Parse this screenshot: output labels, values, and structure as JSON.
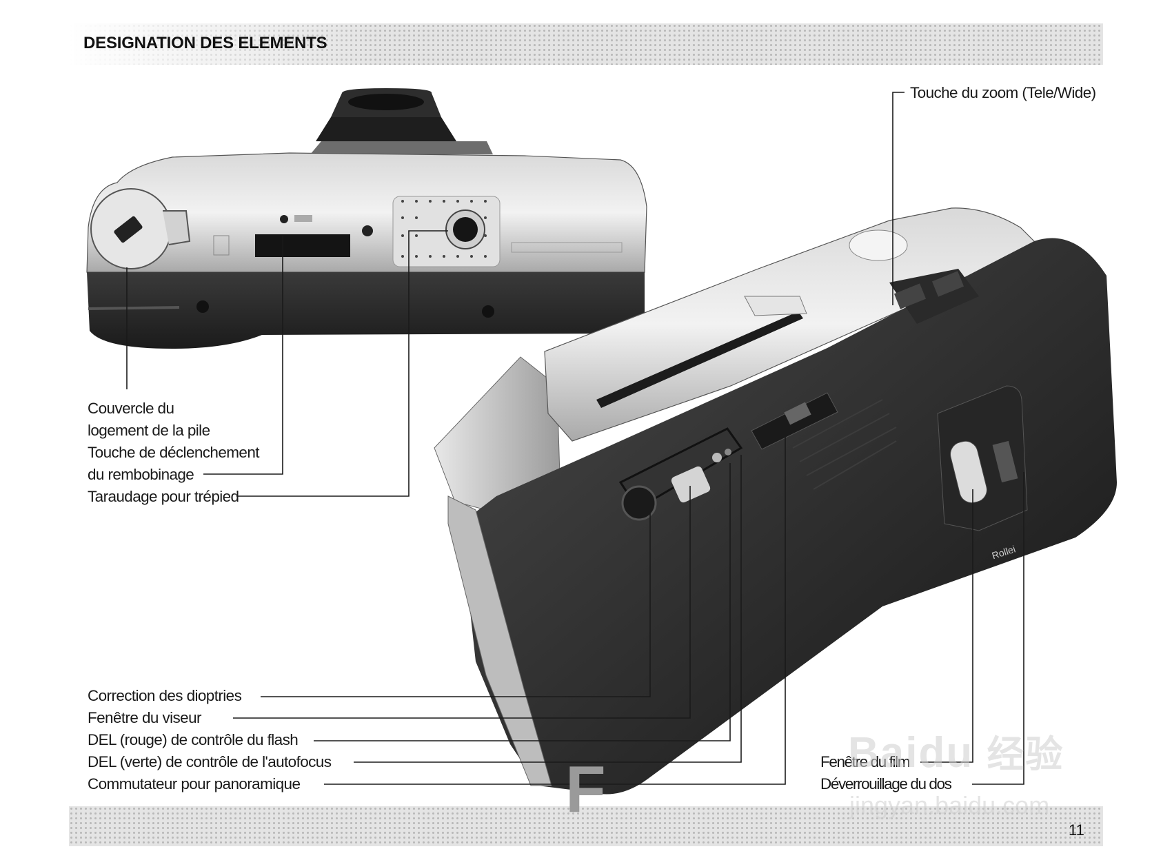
{
  "heading": "DESIGNATION DES ELEMENTS",
  "labels": {
    "zoom": "Touche du zoom (Tele/Wide)",
    "battery_cover_1": "Couvercle du",
    "battery_cover_2": "logement de la pile",
    "rewind_1": "Touche de déclenchement",
    "rewind_2": "du rembobinage",
    "tripod": "Taraudage pour trépied",
    "diopter": "Correction des dioptries",
    "viewfinder": "Fenêtre du viseur",
    "led_red": "DEL (rouge) de contrôle du flash",
    "led_green": "DEL (verte) de contrôle de l'autofocus",
    "panorama": "Commutateur pour panoramique",
    "film_window": "Fenêtre du film",
    "back_release": "Déverrouillage du dos"
  },
  "camera_brand": "Rollei",
  "section_letter": "F",
  "page_number": "11",
  "watermark": {
    "logo_text": "Baidu",
    "logo_cn": "经验",
    "url": "jingyan.baidu.com"
  }
}
